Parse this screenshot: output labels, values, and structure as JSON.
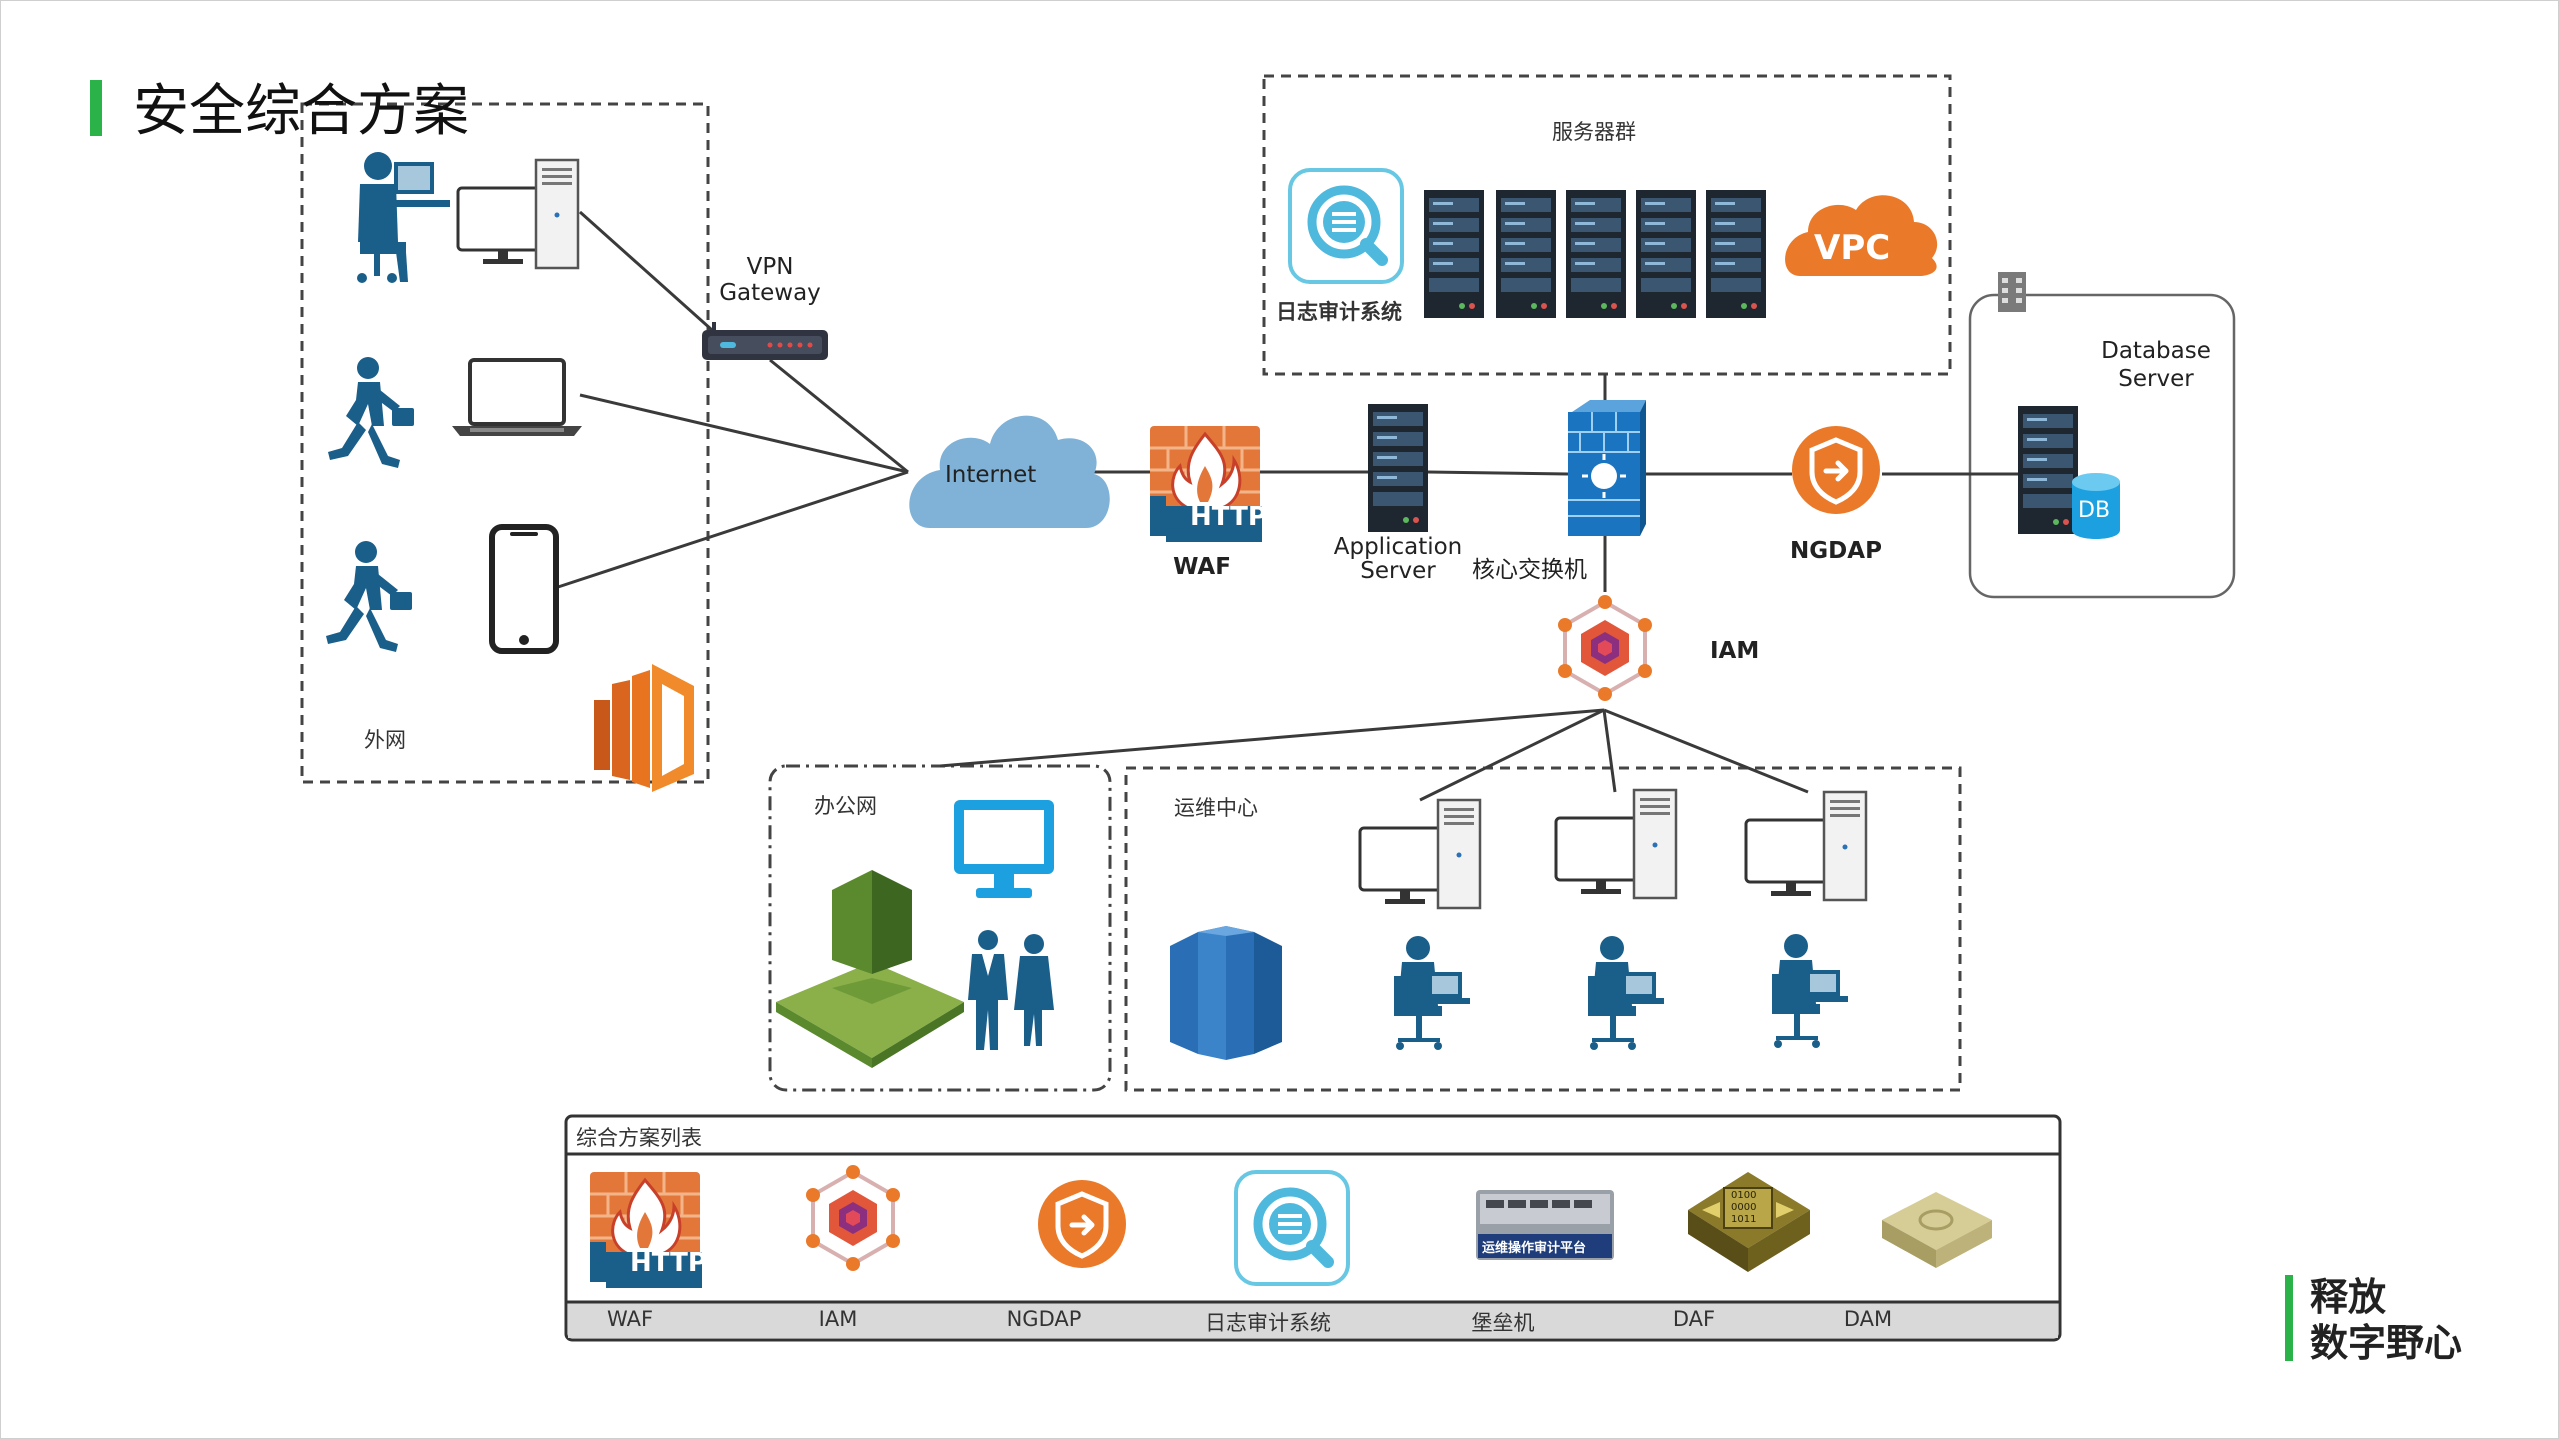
{
  "title": "安全综合方案",
  "slogan": [
    "释放",
    "数字野心"
  ],
  "zones": {
    "external": "外网",
    "servers": "服务器群",
    "office": "办公网",
    "ops": "运维中心",
    "db_server": [
      "Database",
      "Server"
    ]
  },
  "nodes": {
    "vpn": [
      "VPN",
      "Gateway"
    ],
    "internet": "Internet",
    "waf": "WAF",
    "app_server": [
      "Application",
      "Server"
    ],
    "core_switch": "核心交换机",
    "ngdap": "NGDAP",
    "iam": "IAM",
    "log_audit": "日志审计系统",
    "vpc": "VPC",
    "http": "HTTP",
    "db": "DB"
  },
  "solution_list": {
    "title": "综合方案列表",
    "items": [
      "WAF",
      "IAM",
      "NGDAP",
      "日志审计系统",
      "堡垒机",
      "DAF",
      "DAM"
    ],
    "bastion_plate": "运维操作审计平台",
    "daf_bits": [
      "0100",
      "0000",
      "1011"
    ]
  },
  "colors": {
    "accent_green": "#2bb34a",
    "primary_blue": "#1a5e8a",
    "cloud_blue": "#7fb2d6",
    "orange": "#ea7a2a",
    "aws_green": "#5b8a2e"
  }
}
